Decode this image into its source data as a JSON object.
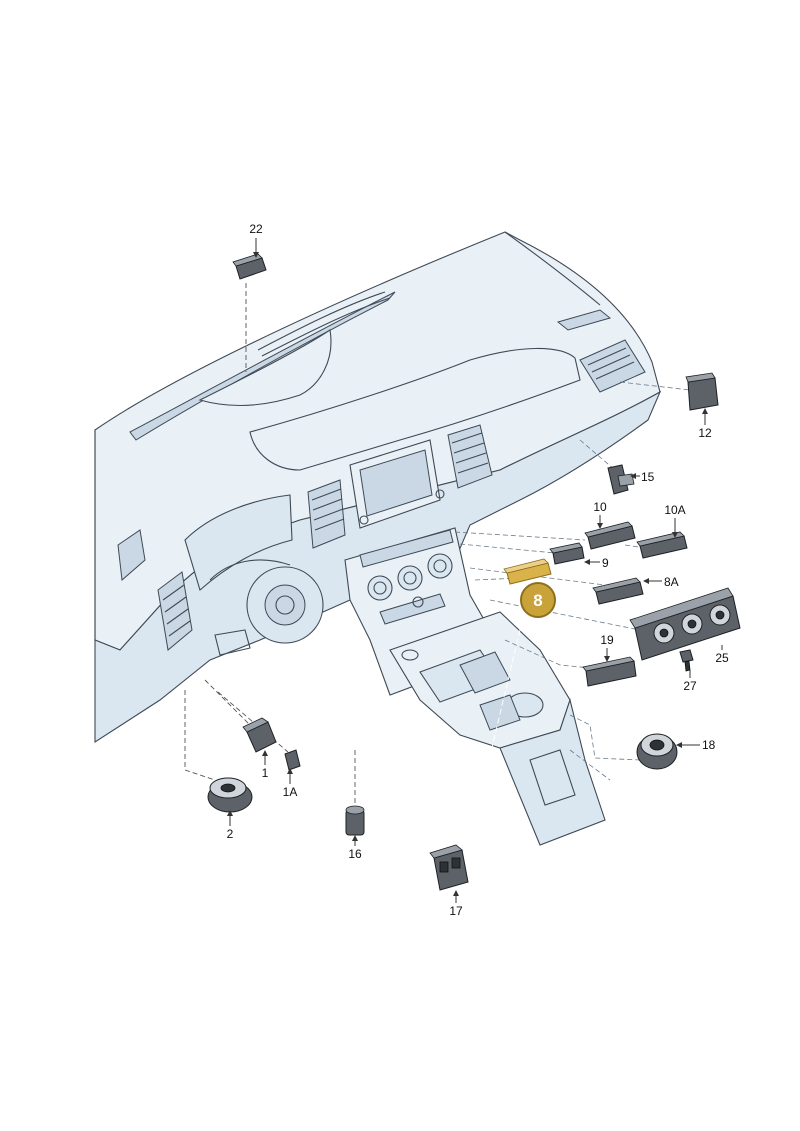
{
  "callouts": [
    {
      "id": "c22",
      "text": "22"
    },
    {
      "id": "c12",
      "text": "12"
    },
    {
      "id": "c15",
      "text": "15"
    },
    {
      "id": "c10",
      "text": "10"
    },
    {
      "id": "c10A",
      "text": "10A"
    },
    {
      "id": "c9",
      "text": "9"
    },
    {
      "id": "c8A",
      "text": "8A"
    },
    {
      "id": "c19",
      "text": "19"
    },
    {
      "id": "c25",
      "text": "25"
    },
    {
      "id": "c27",
      "text": "27"
    },
    {
      "id": "c18",
      "text": "18"
    },
    {
      "id": "c1",
      "text": "1"
    },
    {
      "id": "c1A",
      "text": "1A"
    },
    {
      "id": "c2",
      "text": "2"
    },
    {
      "id": "c16",
      "text": "16"
    },
    {
      "id": "c17",
      "text": "17"
    }
  ],
  "highlight": {
    "text": "8",
    "color": "#c9a23a",
    "border_color": "#8d6f1c",
    "text_color": "#ffffff"
  },
  "colors": {
    "dashboard_fill": "#e9f1f7",
    "outline": "#3f4a56",
    "part_fill": "#5c6268",
    "leader": "#333333"
  }
}
